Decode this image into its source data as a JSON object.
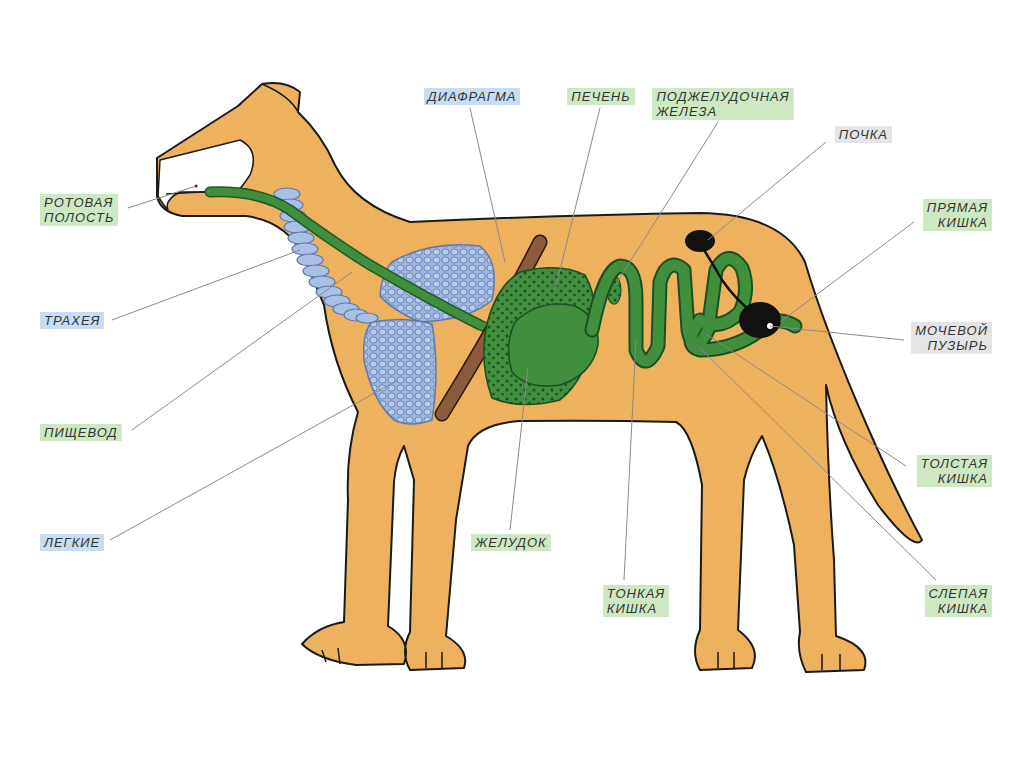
{
  "diagram": {
    "nodes": [
      {
        "text": [
          "ДИАФРАГМА"
        ]
      },
      {
        "text": [
          "ПЕЧЕНЬ"
        ]
      },
      {
        "text": [
          "ПОДЖЕЛУДОЧНАЯ ЖЕЛЕЗА"
        ]
      },
      {
        "text": [
          "ПОЧКА"
        ]
      },
      {
        "text": [
          "РОТОВАЯ ПОЛОСТЬ"
        ]
      },
      {
        "text": [
          "ПРЯМАЯ КИШКА"
        ]
      },
      {
        "text": [
          "ТРАХЕЯ"
        ]
      },
      {
        "text": [
          "МОЧЕВОЙ ПУЗЫРЬ"
        ]
      },
      {
        "text": [
          "ПИЩЕВОД"
        ]
      },
      {
        "text": [
          "ТОЛСТАЯ КИШКА"
        ]
      },
      {
        "text": [
          "ЛЕГКИЕ"
        ]
      },
      {
        "text": [
          "ЖЕЛУДОК"
        ]
      },
      {
        "text": [
          "ТОНКАЯ КИШКА"
        ]
      },
      {
        "text": [
          "СЛЕПАЯ КИШКА"
        ]
      }
    ]
  }
}
